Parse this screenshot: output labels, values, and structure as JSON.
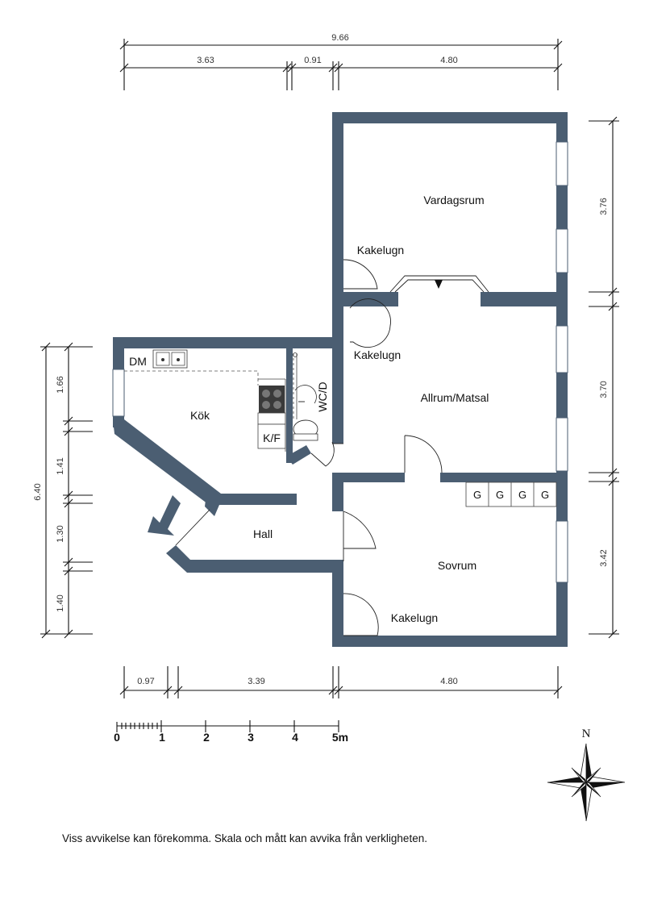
{
  "dimensions": {
    "top_total": "9.66",
    "top_segments": [
      "3.63",
      "0.91",
      "4.80"
    ],
    "bottom_segments": [
      "0.97",
      "3.39",
      "4.80"
    ],
    "left_total": "6.40",
    "left_segments": [
      "1.66",
      "1.41",
      "1.30",
      "1.40"
    ],
    "right_segments": [
      "3.76",
      "3.70",
      "3.42"
    ]
  },
  "rooms": {
    "vardagsrum": "Vardagsrum",
    "allrum": "Allrum/Matsal",
    "kok": "Kök",
    "hall": "Hall",
    "sovrum": "Sovrum",
    "wcd": "WC/D",
    "dm": "DM",
    "kf": "K/F",
    "kakelugn_1": "Kakelugn",
    "kakelugn_2": "Kakelugn",
    "kakelugn_3": "Kakelugn",
    "wardrobes": [
      "G",
      "G",
      "G",
      "G"
    ]
  },
  "scale": {
    "labels": [
      "0",
      "1",
      "2",
      "3",
      "4",
      "5m"
    ]
  },
  "compass": {
    "north": "N"
  },
  "disclaimer": "Viss avvikelse kan förekomma. Skala och mått kan avvika från verkligheten."
}
